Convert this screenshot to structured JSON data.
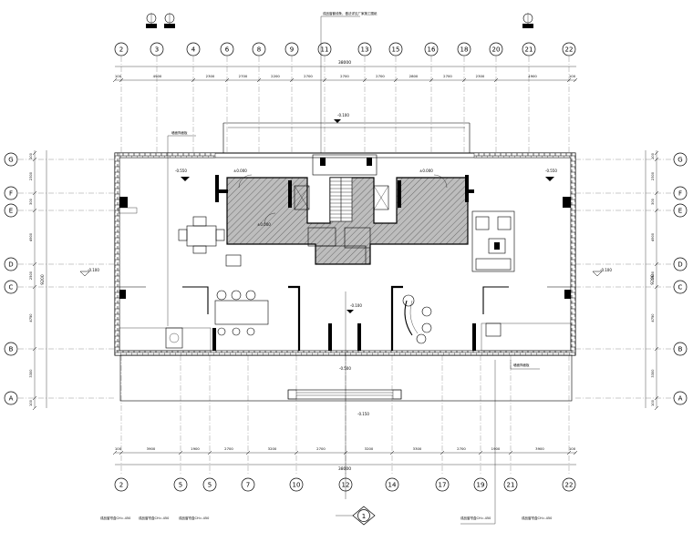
{
  "top_grid": [
    "2",
    "3",
    "4",
    "6",
    "8",
    "9",
    "11",
    "13",
    "15",
    "16",
    "18",
    "20",
    "21",
    "22"
  ],
  "bottom_grid": [
    "2",
    "5",
    "5",
    "7",
    "10",
    "12",
    "14",
    "17",
    "19",
    "21",
    "22"
  ],
  "left_grid": [
    "G",
    "F",
    "E",
    "D",
    "C",
    "B",
    "A"
  ],
  "right_grid": [
    "G",
    "F",
    "E",
    "D",
    "C",
    "B",
    "A"
  ],
  "top_dims": [
    "100",
    "4900",
    "2300",
    "2700",
    "2200",
    "2700",
    "2700",
    "2700",
    "2800",
    "2700",
    "2300",
    "4900",
    "100"
  ],
  "top_total": "38000",
  "bottom_dims": [
    "100",
    "3900",
    "1900",
    "2700",
    "3200",
    "2700",
    "3200",
    "3300",
    "2700",
    "1900",
    "3900",
    "100"
  ],
  "bottom_total": "38000",
  "side_dims": [
    "100",
    "2300",
    "300",
    "4900",
    "2500",
    "4750",
    "3300",
    "100"
  ],
  "side_total": "9200",
  "elevations": {
    "top_mid": "-0.100",
    "left_room": "-0.550",
    "hall_left": "±0.000",
    "hall_left2": "±0.000",
    "hall_right": "±0.000",
    "right_room": "-0.550",
    "center": "-0.100",
    "bottom": "-0.500",
    "bottom2": "-0.150",
    "left_outside": "-0.100",
    "right_outside": "-0.100"
  },
  "section_marker": "1",
  "callouts": {
    "top_note": "成品窗套线条，做法详见厂家施工图纸",
    "left_note": "墙面饰面板",
    "right_note": "墙面饰面板",
    "bottom_notes": [
      "成品窗帘盒CH=.450",
      "成品窗帘盒CH=.450",
      "成品窗帘盒CH=.450",
      "成品窗帘盒CH=.450",
      "成品窗帘盒CH=.450"
    ]
  }
}
